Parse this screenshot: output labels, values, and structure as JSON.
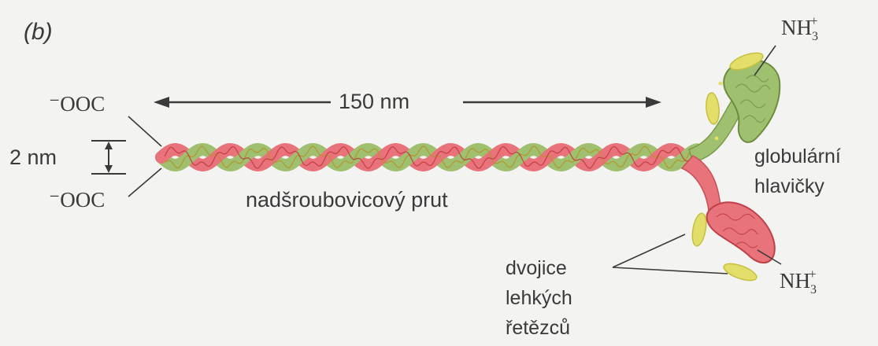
{
  "labels": {
    "panel": "(b)",
    "length": "150 nm",
    "diameter": "2 nm",
    "carboxyl_top": "⁻OOC",
    "carboxyl_bottom": "⁻OOC",
    "amino_top": "NH",
    "amino_bottom": "NH",
    "amino_sub": "3",
    "amino_sup": "+",
    "coiled_coil": "nadšroubovicový prut",
    "heads_line1": "globulární",
    "heads_line2": "hlavičky",
    "light_line1": "dvojice",
    "light_line2": "lehkých",
    "light_line3": "řetězců"
  },
  "colors": {
    "strand_red": "#e8737a",
    "strand_green": "#9fc06e",
    "light_chain_yellow": "#e3de6a",
    "text": "#3a3a3a"
  }
}
